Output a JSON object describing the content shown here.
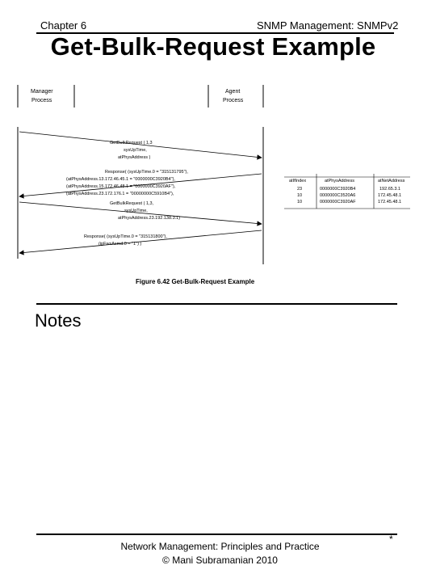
{
  "header": {
    "chapter": "Chapter 6",
    "topic": "SNMP Management: SNMPv2"
  },
  "title": "Get-Bulk-Request Example",
  "figure": {
    "manager_label": [
      "Manager",
      "Process"
    ],
    "agent_label": [
      "Agent",
      "Process"
    ],
    "msg1": [
      "GetBulkRequest ( 1,3",
      "sysUpTime,",
      "atPhysAddress )"
    ],
    "msg2": [
      "Response( (sysUpTime.0 = \"315131795\"),",
      "(atPhysAddress.13.172.46.45.1 = \"0000000C3920B4\"),",
      "(atPhysAddress.15.172.46.48.1 = \"0000000C3920AF\"),",
      "(atPhysAddress.23.172.176.1 = \"00000000C5910B4\"),"
    ],
    "msg3": [
      "GetBulkRequest ( 1,3,",
      "sysUpTime,",
      "atPhysAddress.23.192.138.3.1)"
    ],
    "msg4": [
      "Response( (sysUpTime.0 = \"315131800\"),",
      "(ipFwsAsmd.0 = \"1\") )"
    ],
    "caption": "Figure 6.42  Get-Bulk-Request Example",
    "table": {
      "headers": [
        "atIfIndex",
        "atPhysAddress",
        "atNetAddress"
      ],
      "rows": [
        [
          "23",
          "0000000C3920B4",
          "192.65.3.1"
        ],
        [
          "10",
          "0000000C3520A6",
          "172.45.48.1"
        ],
        [
          "10",
          "0000000C3920AF",
          "172.45.48.1"
        ]
      ]
    }
  },
  "notes_label": "Notes",
  "footer": {
    "line1": "Network Management: Principles and Practice",
    "line2": "© Mani Subramanian 2010",
    "mark": "*"
  }
}
